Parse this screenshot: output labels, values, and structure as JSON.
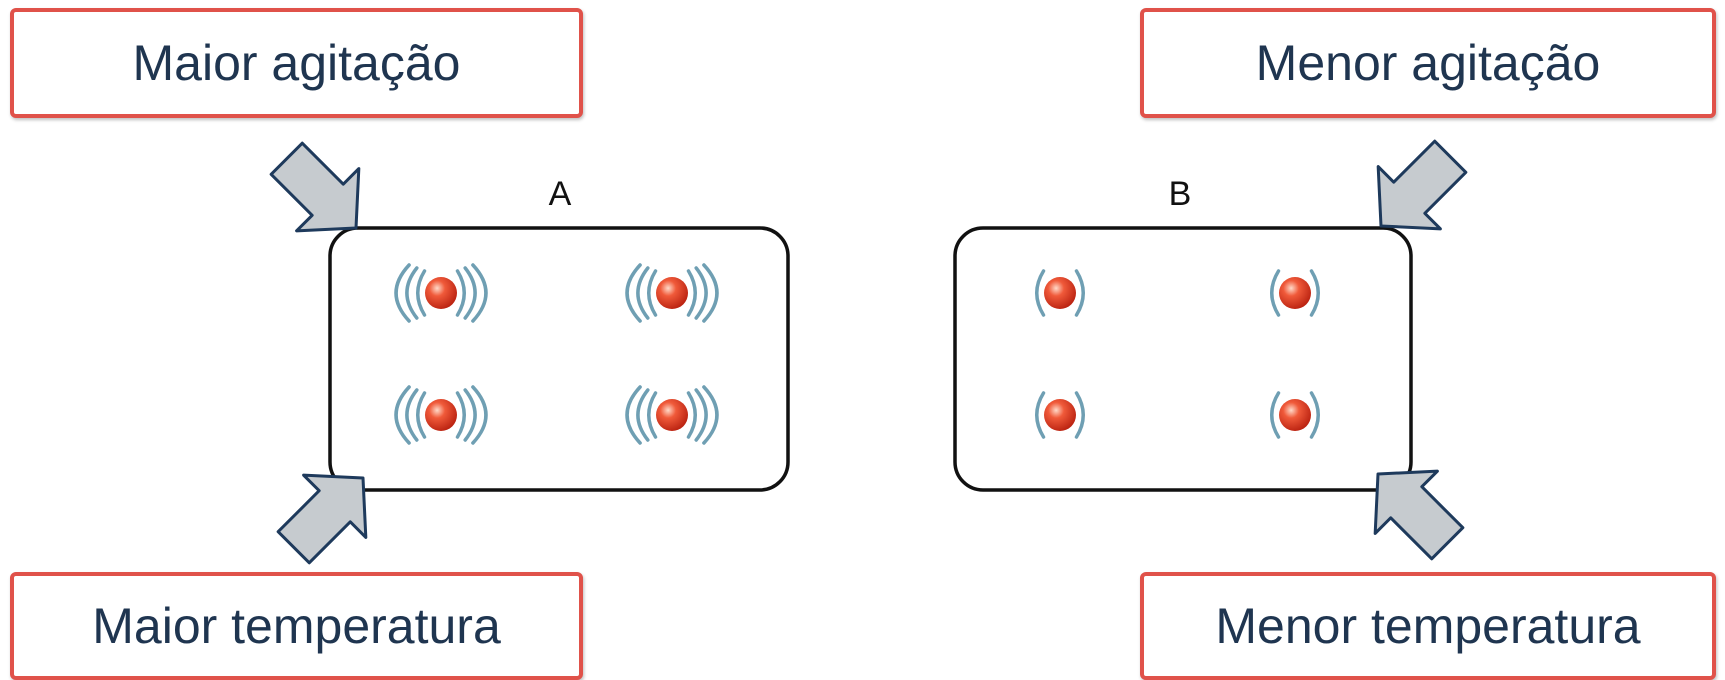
{
  "labels": {
    "top_left": "Maior agitação",
    "top_right": "Menor agitação",
    "bottom_left": "Maior temperatura",
    "bottom_right": "Menor temperatura"
  },
  "containers": {
    "a": {
      "label": "A"
    },
    "b": {
      "label": "B"
    }
  },
  "colors": {
    "box_border": "#e0524a",
    "text": "#1f3550",
    "arrow_fill": "#c6cbcf",
    "arrow_stroke": "#1e3a5c",
    "wave": "#6f9fb3",
    "particle": "#e8432e"
  }
}
